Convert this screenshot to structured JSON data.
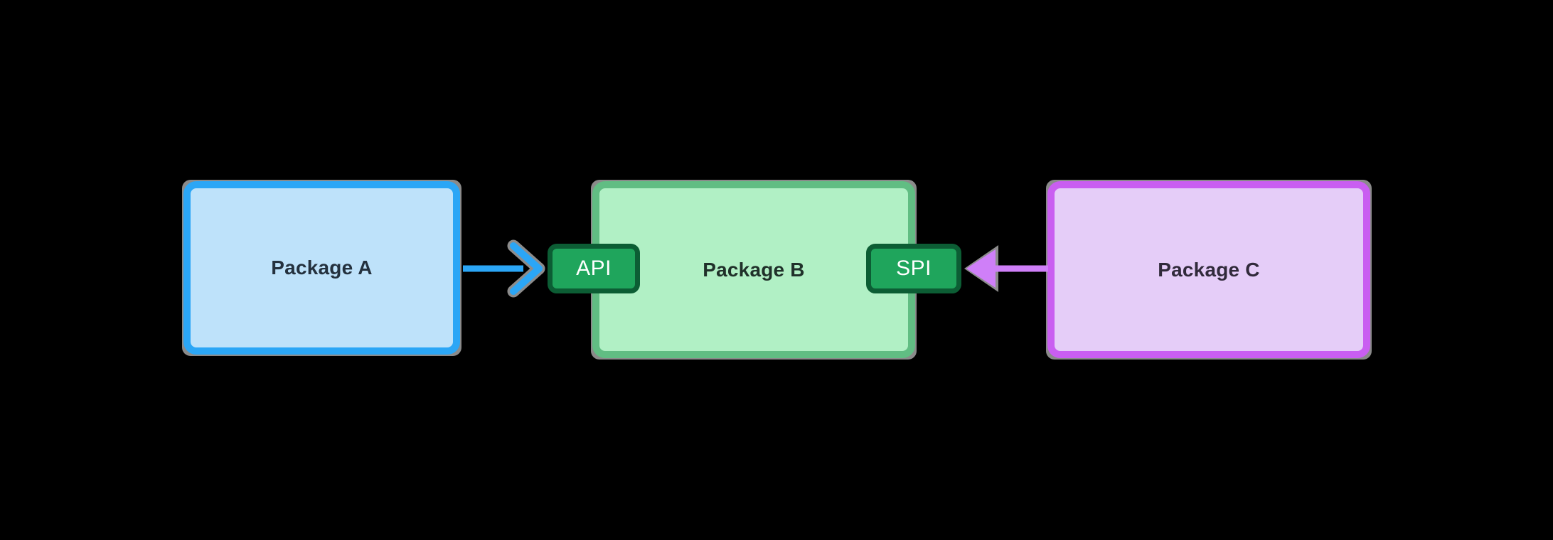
{
  "diagram": {
    "background_color": "#000000",
    "shadow_color": "#8A8A8A",
    "nodes": [
      {
        "id": "package-a",
        "label": "Package A",
        "fill_color": "#BEE2FA",
        "border_color": "#2BA6F6",
        "text_color": "#24313E"
      },
      {
        "id": "package-b",
        "label": "Package B",
        "fill_color": "#B1F0C5",
        "border_color": "#61BD83",
        "text_color": "#20312A"
      },
      {
        "id": "package-c",
        "label": "Package C",
        "fill_color": "#E5CDF8",
        "border_color": "#C95EF1",
        "text_color": "#312A3B"
      }
    ],
    "ports": [
      {
        "id": "api",
        "label": "API",
        "attached_to": "package-b",
        "side": "left",
        "fill_color": "#1FA55C",
        "border_color": "#0C5D34",
        "text_color": "#FFFFFF"
      },
      {
        "id": "spi",
        "label": "SPI",
        "attached_to": "package-b",
        "side": "right",
        "fill_color": "#1FA55C",
        "border_color": "#0C5D34",
        "text_color": "#FFFFFF"
      }
    ],
    "edges": [
      {
        "id": "a-to-api",
        "from": "package-a",
        "to": "api",
        "direction": "right",
        "head": "chevron",
        "color": "#2BA6F6",
        "shadow_color": "#8C8C8C"
      },
      {
        "id": "c-to-spi",
        "from": "package-c",
        "to": "spi",
        "direction": "left",
        "head": "triangle",
        "color": "#CF7FF8",
        "shadow_color": "#8C8C8C"
      }
    ]
  }
}
